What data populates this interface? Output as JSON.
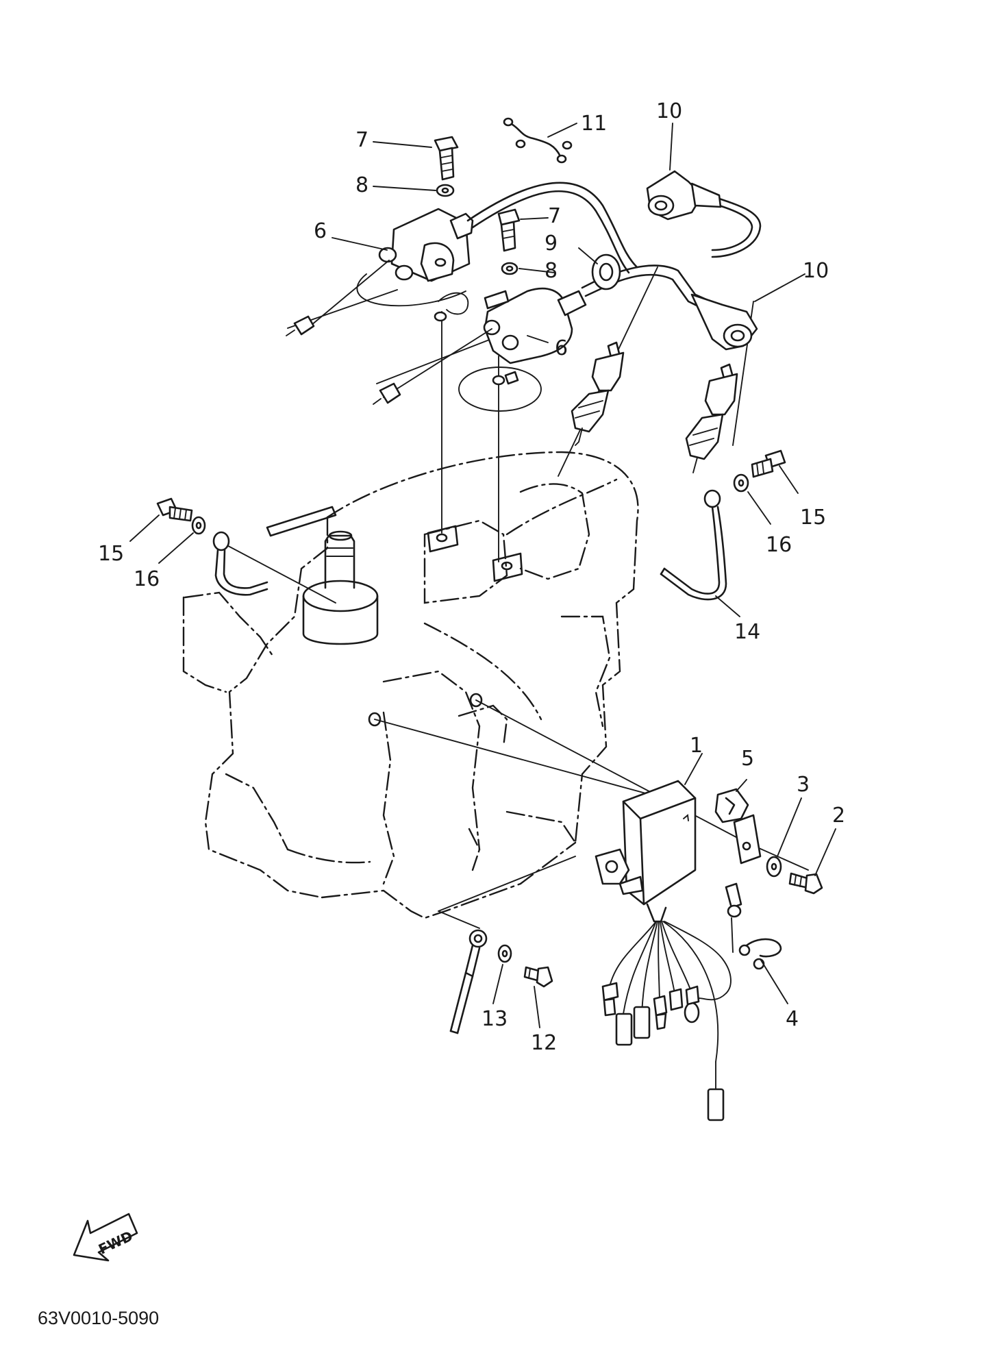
{
  "diagram_code": "63V0010-5090",
  "direction_label": "FWD",
  "callouts": [
    {
      "id": "c1",
      "text": "1"
    },
    {
      "id": "c2",
      "text": "2"
    },
    {
      "id": "c3",
      "text": "3"
    },
    {
      "id": "c4",
      "text": "4"
    },
    {
      "id": "c5",
      "text": "5"
    },
    {
      "id": "c6a",
      "text": "6"
    },
    {
      "id": "c6b",
      "text": "6"
    },
    {
      "id": "c7a",
      "text": "7"
    },
    {
      "id": "c7b",
      "text": "7"
    },
    {
      "id": "c8a",
      "text": "8"
    },
    {
      "id": "c8b",
      "text": "8"
    },
    {
      "id": "c9",
      "text": "9"
    },
    {
      "id": "c10a",
      "text": "10"
    },
    {
      "id": "c10b",
      "text": "10"
    },
    {
      "id": "c11",
      "text": "11"
    },
    {
      "id": "c12",
      "text": "12"
    },
    {
      "id": "c13",
      "text": "13"
    },
    {
      "id": "c14",
      "text": "14"
    },
    {
      "id": "c15a",
      "text": "15"
    },
    {
      "id": "c15b",
      "text": "15"
    },
    {
      "id": "c16a",
      "text": "16"
    },
    {
      "id": "c16b",
      "text": "16"
    }
  ]
}
